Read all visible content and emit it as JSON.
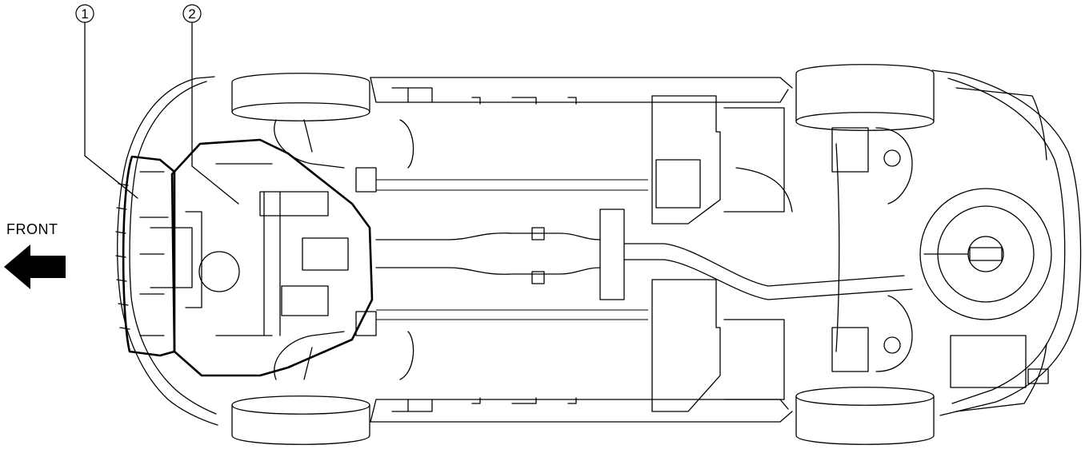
{
  "callouts": [
    {
      "id": "1",
      "label": "1"
    },
    {
      "id": "2",
      "label": "2"
    }
  ],
  "direction_label": "FRONT",
  "icons": {
    "direction": "arrow-left-icon"
  },
  "colors": {
    "line": "#000000",
    "background": "#ffffff"
  }
}
